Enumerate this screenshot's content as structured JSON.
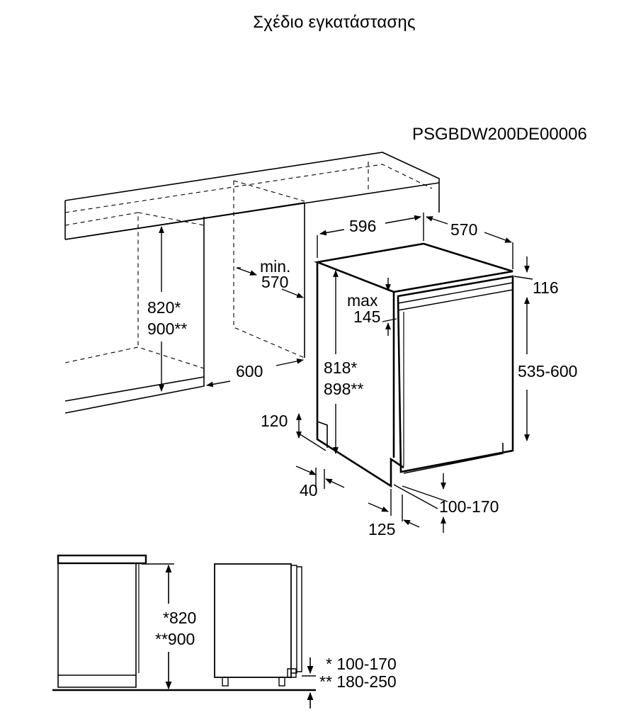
{
  "title": "Σχέδιο εγκατάστασης",
  "drawing_code": "PSGBDW200DE00006",
  "dims": {
    "niche_width": "596",
    "niche_depth": "570",
    "top_gap": "116",
    "min_label": "min.",
    "min_value": "570",
    "max_label": "max",
    "max_value": "145",
    "cabinet_h1": "820*",
    "cabinet_h2": "900**",
    "appliance_h1": "818*",
    "appliance_h2": "898**",
    "door_height": "535-600",
    "depth_600": "600",
    "plinth_120": "120",
    "plinth_40": "40",
    "plinth_125": "125",
    "plinth_range": "100-170",
    "side_h1": "*820",
    "side_h2": "**900",
    "side_plinth1": "* 100-170",
    "side_plinth2": "** 180-250"
  }
}
